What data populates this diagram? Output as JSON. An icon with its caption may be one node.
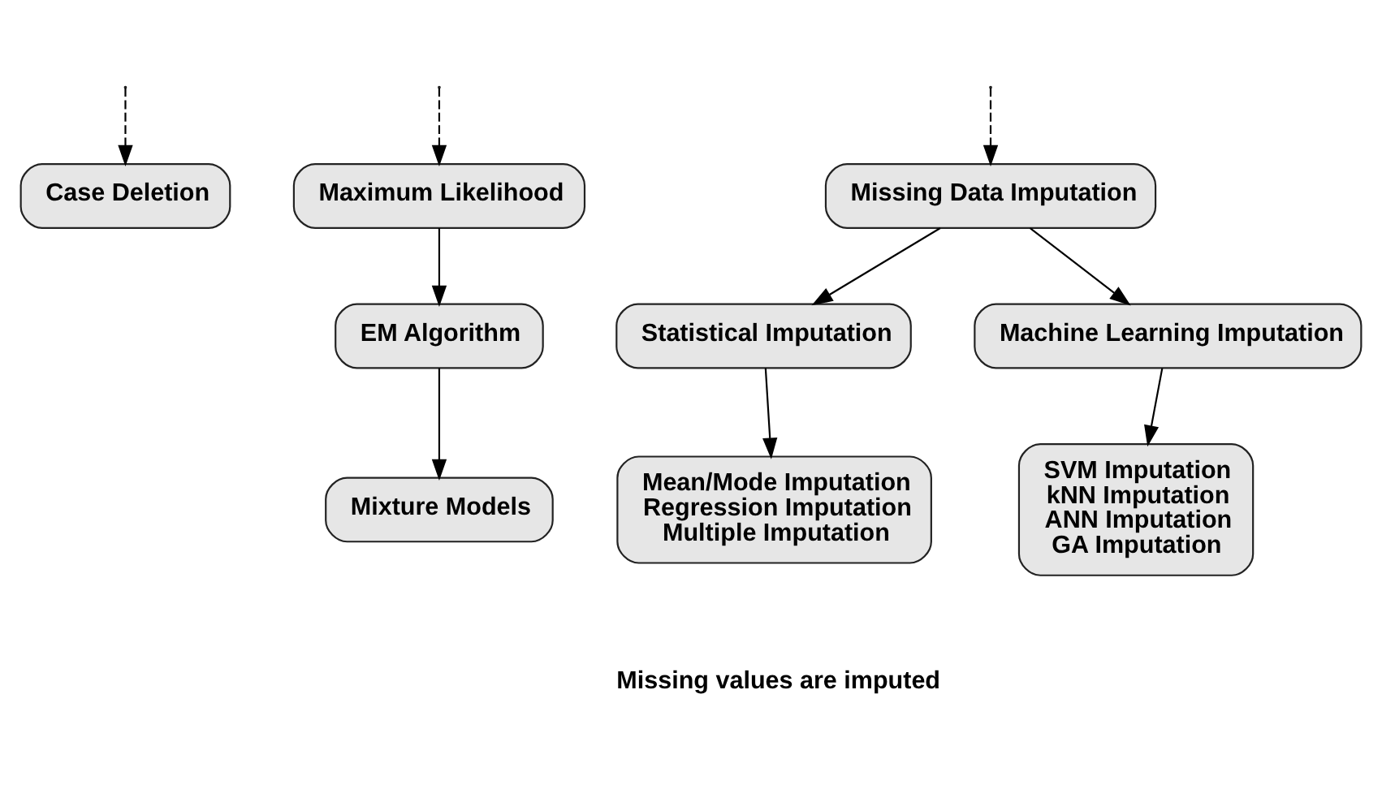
{
  "diagram": {
    "nodes": [
      {
        "text": [
          "Case Deletion"
        ]
      },
      {
        "text": [
          "Missing Data Imputation"
        ]
      },
      {
        "text": [
          "Maximum Likelihood"
        ]
      },
      {
        "text": [
          "Statistical Imputation"
        ]
      },
      {
        "text": [
          "Machine Learning Imputation"
        ]
      },
      {
        "text": [
          "EM Algorithm"
        ]
      },
      {
        "text": [
          "Mean/Mode Imputation",
          "Regression Imputation",
          "Multiple Imputation"
        ]
      },
      {
        "text": [
          "SVM Imputation",
          "kNN Imputation",
          "ANN Imputation",
          "GA Imputation"
        ]
      },
      {
        "text": [
          "Mixture Models"
        ]
      }
    ],
    "edges": [
      {
        "from": null,
        "to": 0,
        "arrow": "to",
        "style": "dashed"
      },
      {
        "from": null,
        "to": 1,
        "arrow": "to",
        "style": "dashed"
      },
      {
        "from": null,
        "to": 2,
        "arrow": "to",
        "style": "dashed"
      },
      {
        "from": 1,
        "to": 3,
        "arrow": "to"
      },
      {
        "from": 1,
        "to": 4,
        "arrow": "to"
      },
      {
        "from": 3,
        "to": 6,
        "arrow": "to"
      },
      {
        "from": 4,
        "to": 7,
        "arrow": "to"
      },
      {
        "from": 2,
        "to": 5,
        "arrow": "to"
      },
      {
        "from": 5,
        "to": 8,
        "arrow": "to"
      }
    ],
    "labels": [
      "Missing values are imputed"
    ]
  }
}
